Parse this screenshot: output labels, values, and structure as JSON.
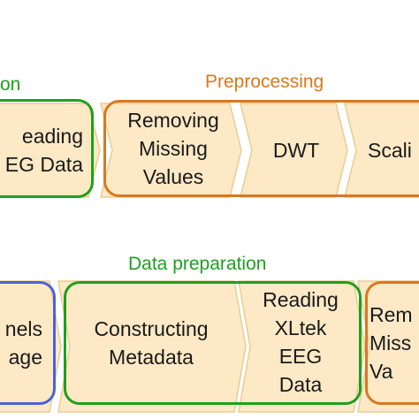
{
  "colors": {
    "acquisition_green": "#1ea01e",
    "preprocessing_orange": "#d9781f",
    "channels_blue": "#4a63d8",
    "step_fill": "#fde9c6",
    "step_stroke": "#e8cc92"
  },
  "top": {
    "group_left_label": "on",
    "group_preprocessing_label": "Preprocessing",
    "steps": [
      {
        "text": "eading\nEG Data"
      },
      {
        "text": "Removing\nMissing\nValues"
      },
      {
        "text": "DWT"
      },
      {
        "text": "Scali"
      }
    ]
  },
  "bottom": {
    "group_data_preparation_label": "Data preparation",
    "steps": [
      {
        "text": "nels\nage"
      },
      {
        "text": "Constructing\nMetadata"
      },
      {
        "text": "Reading\nXLtek\nEEG\nData"
      },
      {
        "text": "Rem\nMiss\nVa"
      }
    ]
  }
}
